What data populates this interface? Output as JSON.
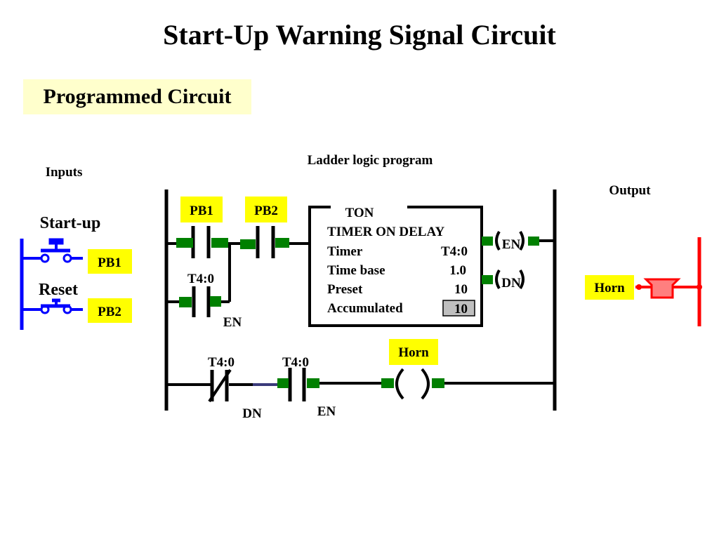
{
  "title": "Start-Up Warning Signal Circuit",
  "subtitle": "Programmed Circuit",
  "colors": {
    "label_bg": "#ffff00",
    "subtitle_bg": "#ffffcc",
    "contact_terminal": "#008000",
    "input_wiring": "#0000ff",
    "output_wiring": "#ff0000",
    "horn_fill": "#ff7f7f",
    "accumulated_box": "#bfbfbf"
  },
  "inputs": {
    "heading": "Inputs",
    "startup_label": "Start-up",
    "startup_tag": "PB1",
    "reset_label": "Reset",
    "reset_tag": "PB2"
  },
  "output": {
    "heading": "Output",
    "horn_tag": "Horn"
  },
  "ladder": {
    "heading": "Ladder logic program",
    "rung1": {
      "pb1_tag": "PB1",
      "pb2_tag": "PB2",
      "seal_in_address": "T4:0",
      "seal_in_bit": "EN"
    },
    "timer": {
      "instruction": "TON",
      "name": "TIMER ON DELAY",
      "timer_label": "Timer",
      "timer_value": "T4:0",
      "time_base_label": "Time base",
      "time_base_value": "1.0",
      "preset_label": "Preset",
      "preset_value": "10",
      "accumulated_label": "Accumulated",
      "accumulated_value": "10",
      "en_output": "EN",
      "dn_output": "DN"
    },
    "rung2": {
      "contact1_address": "T4:0",
      "contact1_bit": "DN",
      "contact2_address": "T4:0",
      "contact2_bit": "EN",
      "coil_tag": "Horn"
    }
  }
}
